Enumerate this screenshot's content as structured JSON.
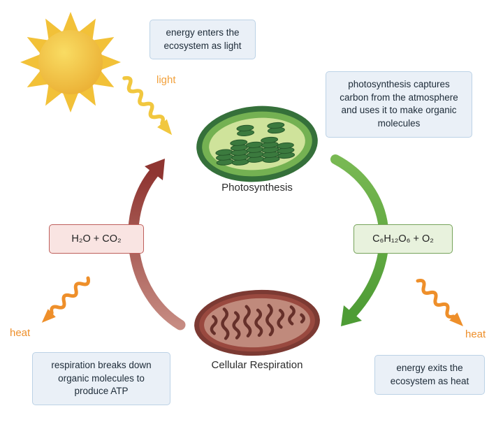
{
  "labels": {
    "light": "light",
    "heat_left": "heat",
    "heat_right": "heat",
    "photosynthesis": "Photosynthesis",
    "cellular_respiration": "Cellular Respiration"
  },
  "callouts": {
    "energy_enters": "energy enters the ecosystem as light",
    "photosynthesis_captures": "photosynthesis captures carbon from the atmosphere and uses it to make organic molecules",
    "respiration_breaks": "respiration breaks down organic molecules to produce ATP",
    "energy_exits": "energy exits the ecosystem as heat"
  },
  "formulas": {
    "water_co2": "H₂O + CO₂",
    "glucose_o2": "C₆H₁₂O₆ + O₂"
  },
  "colors": {
    "light_arrow": "#F1C73F",
    "heat_arrow": "#EE8F2A",
    "photosynthesis_arrow": "#4E9C35",
    "respiration_arrow": "#8F3531",
    "callout_fill": "#EAF0F7",
    "callout_border": "#BCD2E6",
    "water_box_fill": "#F9E4E2",
    "water_box_border": "#BE5F5B",
    "glucose_box_fill": "#E8F2DD",
    "glucose_box_border": "#76A35A"
  }
}
